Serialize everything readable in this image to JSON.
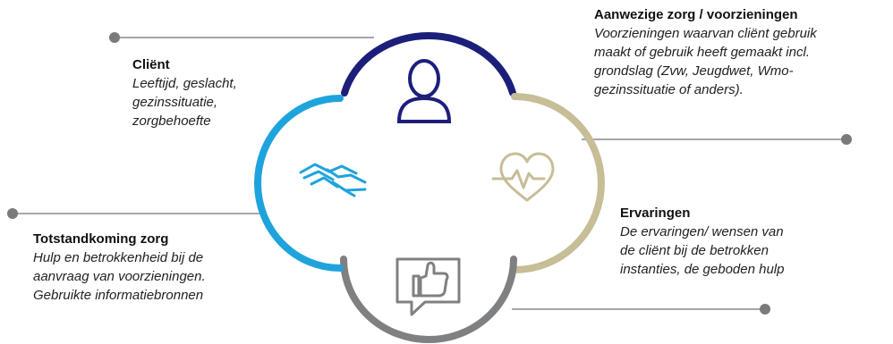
{
  "colors": {
    "client": "#1c1f7a",
    "care": "#c7bd96",
    "experiences": "#7f8082",
    "totstandkoming": "#1fa3dc",
    "connector": "#8a8a8a"
  },
  "icons": {
    "client": "person-icon",
    "care": "heart-pulse-icon",
    "experiences": "thumbs-up-speech-icon",
    "totstandkoming": "handshake-icon"
  },
  "blocks": {
    "client": {
      "title": "Cliënt",
      "description": "Leeftijd, geslacht,\ngezinssituatie,\nzorgbehoefte"
    },
    "care": {
      "title": "Aanwezige zorg / voorzieningen",
      "description": "Voorzieningen waarvan cliënt gebruik\nmaakt of gebruik heeft gemaakt incl.\ngrondslag (Zvw, Jeugdwet, Wmo-\ngezinssituatie of anders)."
    },
    "experiences": {
      "title": "Ervaringen",
      "description": "De ervaringen/ wensen van\nde cliënt bij de betrokken\ninstanties, de geboden hulp"
    },
    "totstandkoming": {
      "title": "Totstandkoming zorg",
      "description": "Hulp en betrokkenheid bij de\naanvraag van voorzieningen.\nGebruikte informatiebronnen"
    }
  }
}
